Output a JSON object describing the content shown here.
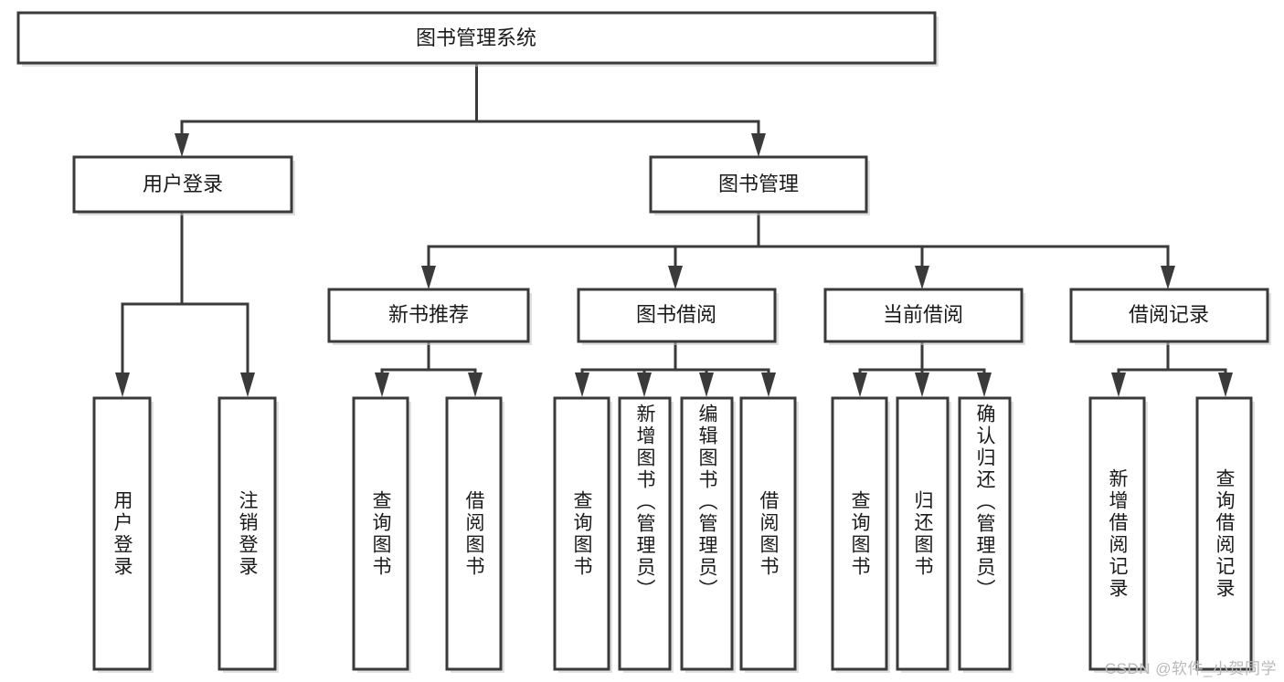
{
  "diagram": {
    "type": "tree",
    "title": "图书管理系统",
    "watermark": "CSDN @软件_小贺同学",
    "colors": {
      "box_fill": "#ffffff",
      "box_stroke": "#3a3a3a",
      "text": "#1a1a1a",
      "watermark": "#b9b9b9",
      "background": "#ffffff"
    },
    "nodes": {
      "root": {
        "label": "图书管理系统",
        "level": 0
      },
      "level1": [
        {
          "id": "user-login",
          "label": "用户登录"
        },
        {
          "id": "book-manage",
          "label": "图书管理"
        }
      ],
      "level2": [
        {
          "id": "new-book-recommend",
          "label": "新书推荐",
          "parent": "book-manage"
        },
        {
          "id": "book-borrow",
          "label": "图书借阅",
          "parent": "book-manage"
        },
        {
          "id": "current-borrow",
          "label": "当前借阅",
          "parent": "book-manage"
        },
        {
          "id": "borrow-record",
          "label": "借阅记录",
          "parent": "book-manage"
        }
      ],
      "leaves": [
        {
          "id": "leaf-user-login",
          "label": "用户登录",
          "parent": "user-login"
        },
        {
          "id": "leaf-user-logout",
          "label": "注销登录",
          "parent": "user-login"
        },
        {
          "id": "leaf-query-book-1",
          "label": "查询图书",
          "parent": "new-book-recommend"
        },
        {
          "id": "leaf-borrow-book-1",
          "label": "借阅图书",
          "parent": "new-book-recommend"
        },
        {
          "id": "leaf-query-book-2",
          "label": "查询图书",
          "parent": "book-borrow"
        },
        {
          "id": "leaf-add-book",
          "label": "新增图书（管理员）",
          "parent": "book-borrow"
        },
        {
          "id": "leaf-edit-book",
          "label": "编辑图书（管理员）",
          "parent": "book-borrow"
        },
        {
          "id": "leaf-borrow-book-2",
          "label": "借阅图书",
          "parent": "book-borrow"
        },
        {
          "id": "leaf-query-book-3",
          "label": "查询图书",
          "parent": "current-borrow"
        },
        {
          "id": "leaf-return-book",
          "label": "归还图书",
          "parent": "current-borrow"
        },
        {
          "id": "leaf-confirm-return",
          "label": "确认归还（管理员）",
          "parent": "current-borrow"
        },
        {
          "id": "leaf-add-record",
          "label": "新增借阅记录",
          "parent": "borrow-record"
        },
        {
          "id": "leaf-query-record",
          "label": "查询借阅记录",
          "parent": "borrow-record"
        }
      ]
    }
  }
}
